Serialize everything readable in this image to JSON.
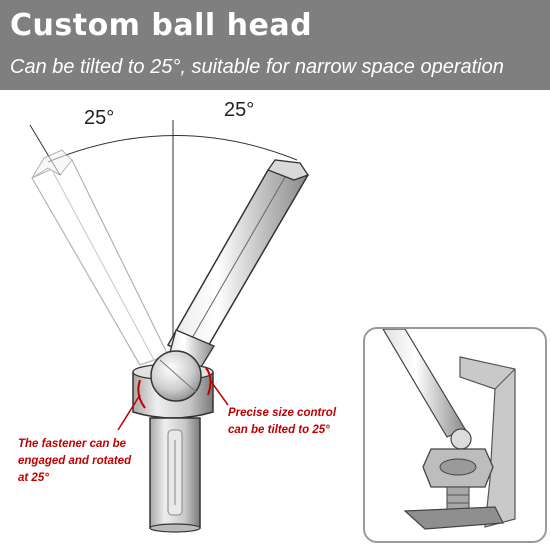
{
  "header": {
    "title": "Custom ball head",
    "subtitle": "Can be tilted to 25°, suitable for narrow space operation"
  },
  "diagram": {
    "left_angle": "25°",
    "right_angle": "25°"
  },
  "callouts": {
    "left": [
      "The fastener can be",
      "engaged and rotated",
      "at 25°"
    ],
    "right": [
      "Precise size control",
      "can be tilted to 25°"
    ]
  },
  "colors": {
    "banner": "#7f7f7f",
    "callout_text": "#c00000"
  }
}
